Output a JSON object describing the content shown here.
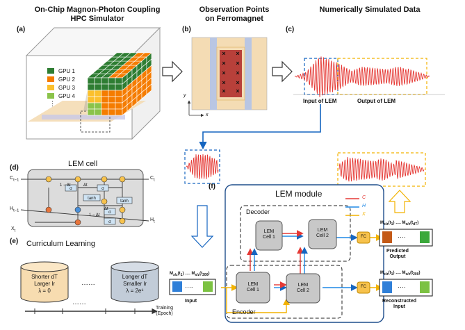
{
  "titles": {
    "simulator": "On-Chip Magnon-Photon Coupling\nHPC Simulator",
    "observation": "Observation Points\non Ferromagnet",
    "simulated": "Numerically Simulated Data"
  },
  "panels": {
    "a": "(a)",
    "b": "(b)",
    "c": "(c)",
    "d": "(d)",
    "e": "(e)",
    "f": "(f)"
  },
  "gpu_legend": {
    "items": [
      {
        "label": "GPU 1",
        "color": "#2e7d32"
      },
      {
        "label": "GPU 2",
        "color": "#f57c00"
      },
      {
        "label": "GPU 3",
        "color": "#fbc02d"
      },
      {
        "label": "GPU 4",
        "color": "#8bc34a"
      }
    ],
    "more": "⋮"
  },
  "axes": {
    "y": "y",
    "x": "x"
  },
  "signal": {
    "input_label": "Input of LEM",
    "output_label": "Output of LEM"
  },
  "lem_cell": {
    "title": "LEM cell",
    "c_prev": "C",
    "c_prev_sub": "t−1",
    "c_next": "C",
    "c_next_sub": "t",
    "h_prev": "H",
    "h_prev_sub": "t−1",
    "h_next": "H",
    "h_next_sub": "t",
    "x": "X",
    "x_sub": "t",
    "ops": [
      "σ",
      "σ",
      "tanh",
      "tanh",
      "σ",
      "σ"
    ],
    "dt_labels": [
      "1 − Δt",
      "Δt",
      "Δt",
      "1 − Δt"
    ]
  },
  "curriculum": {
    "title": "Curriculum Learning",
    "left": [
      "Shorter dT",
      "Larger lr",
      "λ = 0"
    ],
    "right": [
      "Longer dT",
      "Smaller lr",
      "λ = 2e⁶"
    ],
    "dots": "……",
    "axis": "Training\n(Epoch)"
  },
  "lem_module": {
    "title": "LEM module",
    "legend": [
      "C",
      "H",
      "X"
    ],
    "legend_colors": [
      "#e53935",
      "#1e88e5",
      "#f2b200"
    ],
    "decoder": "Decoder",
    "encoder": "Encoder",
    "cells": [
      "LEM\nCell 1",
      "LEM\nCell 2",
      "LEM\nCell 1",
      "LEM\nCell 2"
    ],
    "fc": "FC"
  },
  "io": {
    "input_label": "Input",
    "input_first": "M",
    "input_first_sub": "x/z",
    "input_first_arg": "(t",
    "input_first_arg_sub": "1",
    "input_last_arg": "(t",
    "input_last_arg_sub": "200",
    "pred_label": "Predicted\nOutput",
    "pred_last_arg_sub": "dT",
    "recon_label": "Reconstructed\nInput",
    "dots": "…."
  }
}
